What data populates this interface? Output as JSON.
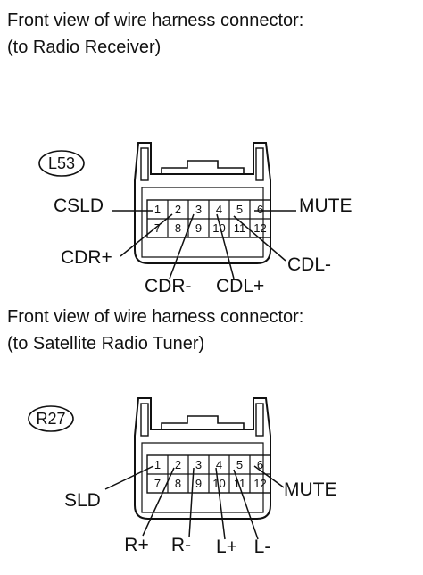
{
  "connectors": [
    {
      "caption_line1": "Front view of wire harness connector:",
      "caption_line2": "(to Radio Receiver)",
      "id": "L53",
      "pins_top": [
        "1",
        "2",
        "3",
        "4",
        "5",
        "6"
      ],
      "pins_bottom": [
        "7",
        "8",
        "9",
        "10",
        "11",
        "12"
      ],
      "signals": [
        {
          "pin": "1",
          "label": "CSLD"
        },
        {
          "pin": "2",
          "label": "CDR+"
        },
        {
          "pin": "3",
          "label": "CDR-"
        },
        {
          "pin": "4",
          "label": "CDL+"
        },
        {
          "pin": "5",
          "label": "CDL-"
        },
        {
          "pin": "6",
          "label": "MUTE"
        }
      ]
    },
    {
      "caption_line1": "Front view of wire harness connector:",
      "caption_line2": "(to Satellite Radio Tuner)",
      "id": "R27",
      "pins_top": [
        "1",
        "2",
        "3",
        "4",
        "5",
        "6"
      ],
      "pins_bottom": [
        "7",
        "8",
        "9",
        "10",
        "11",
        "12"
      ],
      "signals": [
        {
          "pin": "1",
          "label": "SLD"
        },
        {
          "pin": "2",
          "label": "R+"
        },
        {
          "pin": "3",
          "label": "R-"
        },
        {
          "pin": "4",
          "label": "L+"
        },
        {
          "pin": "5",
          "label": "L-"
        },
        {
          "pin": "6",
          "label": "MUTE"
        }
      ]
    }
  ]
}
